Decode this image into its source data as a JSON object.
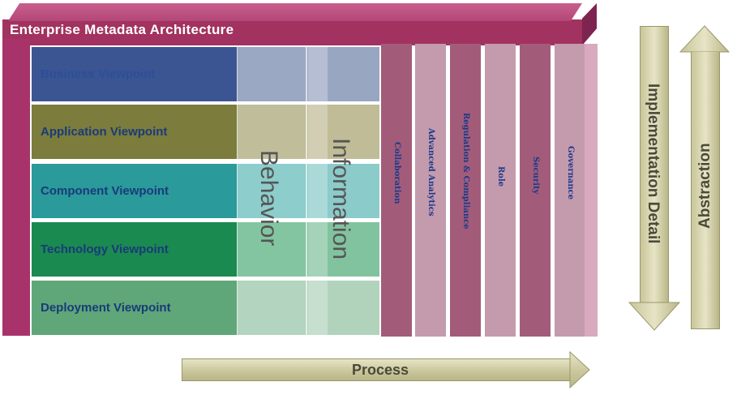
{
  "title": "Enterprise Metadata  Architecture",
  "viewpoints": [
    {
      "label": "Business Viewpoint",
      "color": "#3b5592"
    },
    {
      "label": "Application Viewpoint",
      "color": "#7c7c3c"
    },
    {
      "label": "Component Viewpoint",
      "color": "#2a9a9a"
    },
    {
      "label": "Technology Viewpoint",
      "color": "#1a8a50"
    },
    {
      "label": "Deployment Viewpoint",
      "color": "#5fa678"
    }
  ],
  "columns": {
    "behavior": "Behavior",
    "information": "Information"
  },
  "concerns": [
    {
      "label": "Collaboration",
      "color": "#a25c7a"
    },
    {
      "label": "Advanced Analytics",
      "color": "#c49aad"
    },
    {
      "label": "Regulation & Compliance",
      "color": "#a25c7a"
    },
    {
      "label": "Role",
      "color": "#c49aad"
    },
    {
      "label": "Security",
      "color": "#a25c7a"
    },
    {
      "label": "Governance",
      "color": "#c49aad"
    }
  ],
  "arrows": {
    "implementation": "Implementation Detail",
    "abstraction": "Abstraction",
    "process": "Process"
  }
}
